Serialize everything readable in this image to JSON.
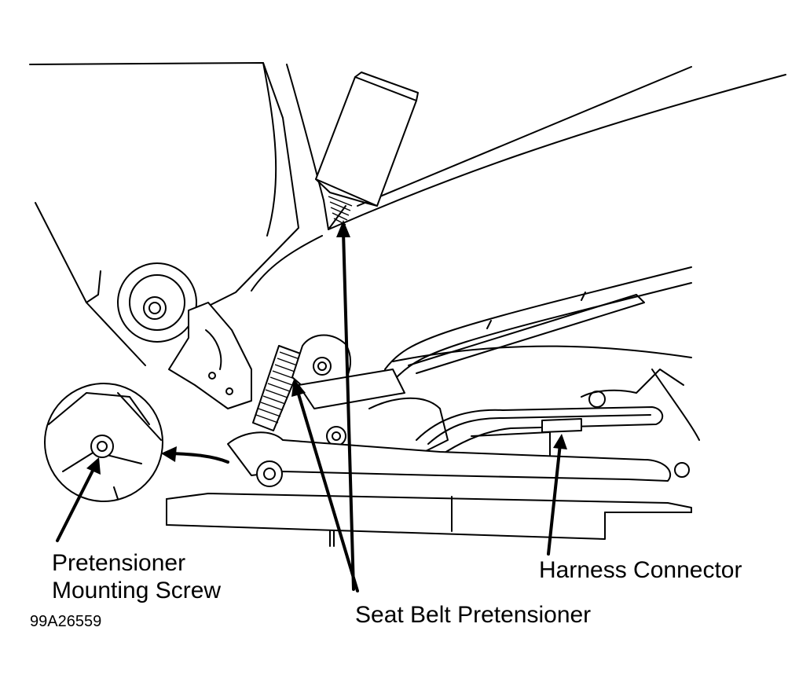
{
  "diagram": {
    "labels": {
      "pretensioner_mounting_screw_line1": "Pretensioner",
      "pretensioner_mounting_screw_line2": "Mounting Screw",
      "seat_belt_pretensioner": "Seat Belt Pretensioner",
      "harness_connector": "Harness Connector",
      "figure_id": "99A26559"
    },
    "colors": {
      "line": "#000000",
      "background": "#ffffff"
    }
  }
}
